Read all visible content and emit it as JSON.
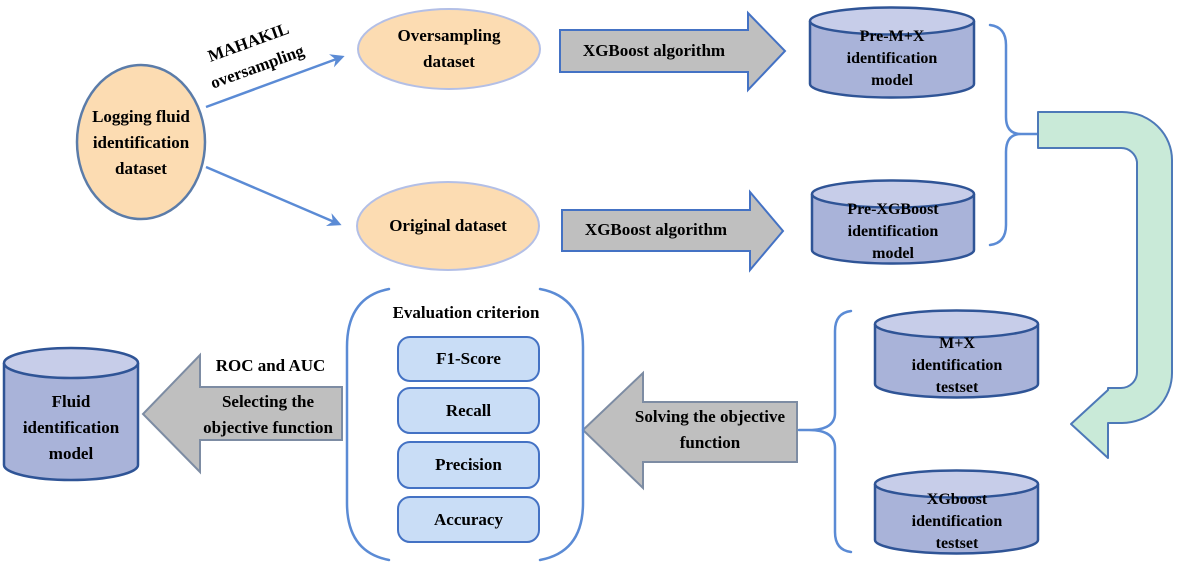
{
  "nodes": {
    "logging_dataset": "Logging fluid identification dataset",
    "oversampling_dataset": "Oversampling dataset",
    "original_dataset": "Original dataset",
    "pre_mx_model": "Pre-M+X identification model",
    "pre_xgboost_model": "Pre-XGBoost identification model",
    "mx_testset": "M+X identification testset",
    "xgboost_testset": "XGboost identification testset",
    "fluid_model": "Fluid identification model"
  },
  "labels": {
    "mahakil": "MAHAKIL oversampling",
    "xgboost_top": "XGBoost algorithm",
    "xgboost_bottom": "XGBoost algorithm",
    "solving": "Solving the objective function",
    "roc_auc": "ROC and AUC",
    "selecting": "Selecting the objective function"
  },
  "evaluation": {
    "title": "Evaluation criterion",
    "criteria": [
      "F1-Score",
      "Recall",
      "Precision",
      "Accuracy"
    ]
  },
  "colors": {
    "ellipse_fill": "#fcdcb2",
    "ellipse_stroke_dark": "#5b7ca9",
    "ellipse_stroke_light": "#b3bfe6",
    "cylinder_body": "#a9b3d9",
    "cylinder_top": "#c7cde9",
    "cylinder_stroke": "#2f5496",
    "block_arrow_fill": "#bfbfbf",
    "block_arrow_stroke_blue": "#4472c4",
    "block_arrow_stroke_gray": "#7d8ca3",
    "connector_blue": "#5b8bd5",
    "green_arrow_fill": "#c9ead8",
    "green_arrow_stroke": "#4d79b8",
    "criteria_box_fill": "#c9ddf6",
    "criteria_box_stroke": "#4472c4",
    "text_color": "#000000"
  }
}
